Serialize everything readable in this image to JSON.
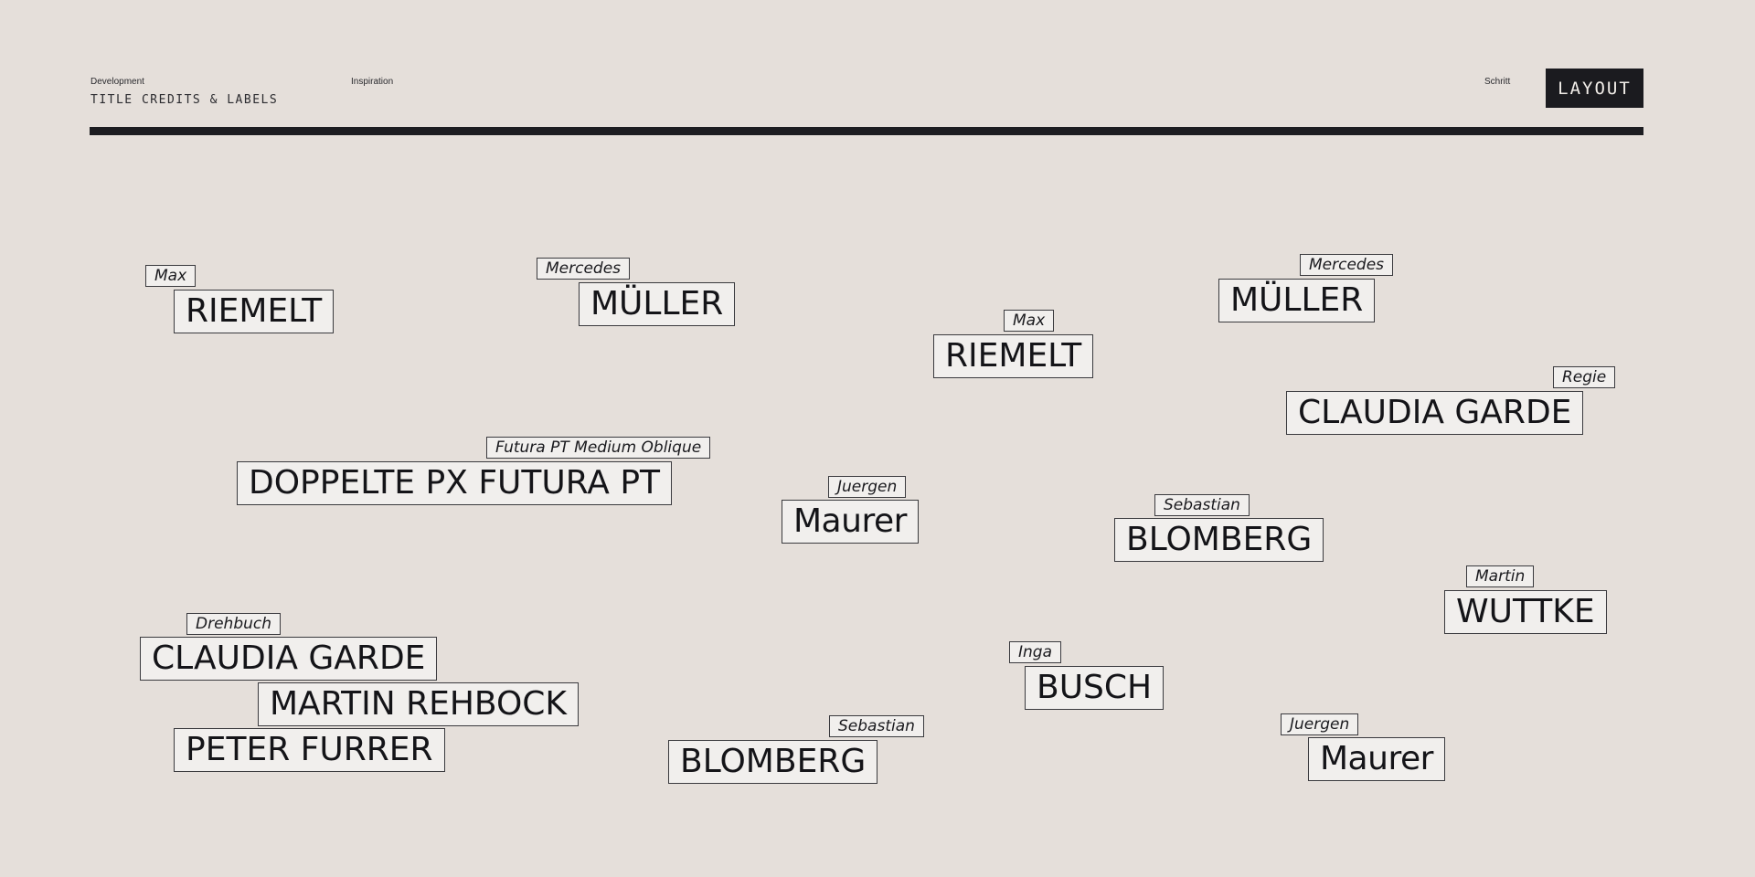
{
  "header": {
    "col1_small": "Development",
    "col2_small": "Inspiration",
    "col3_small": "Schritt",
    "title": "TITLE CREDITS & LABELS",
    "layout_button": "LAYOUT"
  },
  "credits": [
    {
      "label": "Max",
      "name": "RIEMELT"
    },
    {
      "label": "Mercedes",
      "name": "MÜLLER"
    },
    {
      "label": "Max",
      "name": "RIEMELT"
    },
    {
      "label": "Mercedes",
      "name": "MÜLLER"
    },
    {
      "label": "Regie",
      "name": "CLAUDIA GARDE"
    },
    {
      "label": "Futura PT Medium Oblique",
      "name": "DOPPELTE PX FUTURA PT"
    },
    {
      "label": "Juergen",
      "name": "Maurer"
    },
    {
      "label": "Sebastian",
      "name": "BLOMBERG"
    },
    {
      "label": "Martin",
      "name": "WUTTKE"
    },
    {
      "label": "Drehbuch",
      "name": "CLAUDIA GARDE"
    },
    {
      "name": "MARTIN REHBOCK"
    },
    {
      "name": "PETER FURRER"
    },
    {
      "label": "Inga",
      "name": "BUSCH"
    },
    {
      "label": "Sebastian",
      "name": "BLOMBERG"
    },
    {
      "label": "Juergen",
      "name": "Maurer"
    }
  ]
}
